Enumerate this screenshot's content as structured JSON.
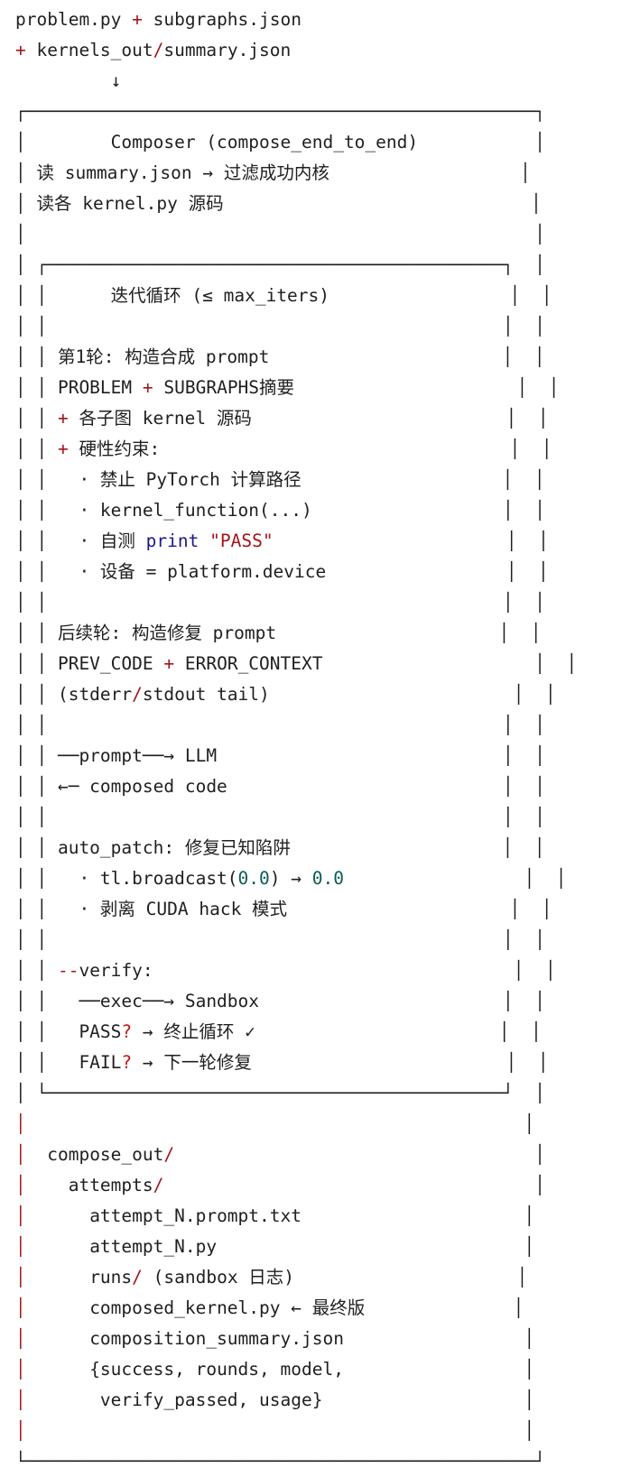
{
  "colors": {
    "text": "#1f1f1f",
    "operator": "#a3151b",
    "keyword": "#1a1a8c",
    "string": "#a3151b",
    "number": "#0b5e52",
    "alert": "#c41a16",
    "background": "#ffffff"
  },
  "lines": [
    [
      [
        "problem.py ",
        "t"
      ],
      [
        "+",
        "op"
      ],
      [
        " subgraphs.json",
        "t"
      ]
    ],
    [
      [
        "+",
        "op"
      ],
      [
        " kernels_out",
        "t"
      ],
      [
        "/",
        "op"
      ],
      [
        "summary.json",
        "t"
      ]
    ],
    [
      [
        "         ↓",
        "t"
      ]
    ],
    [
      [
        "┌────────────────────────────────────────────────┐",
        "t"
      ]
    ],
    [
      [
        "│        Composer (compose_end_to_end)           │",
        "t"
      ]
    ],
    [
      [
        "│ 读 summary.json → 过滤成功内核                  │",
        "t"
      ]
    ],
    [
      [
        "│ 读各 kernel.py 源码                             │",
        "t"
      ]
    ],
    [
      [
        "│                                                │",
        "t"
      ]
    ],
    [
      [
        "│ ┌───────────────────────────────────────────┐  │",
        "t"
      ]
    ],
    [
      [
        "│ │      迭代循环 (≤ max_iters)                 │  │",
        "t"
      ]
    ],
    [
      [
        "│ │                                           │  │",
        "t"
      ]
    ],
    [
      [
        "│ │ 第1轮: 构造合成 prompt                      │  │",
        "t"
      ]
    ],
    [
      [
        "│ │ PROBLEM ",
        "t"
      ],
      [
        "+",
        "op"
      ],
      [
        " SUBGRAPHS摘要                     │  │",
        "t"
      ]
    ],
    [
      [
        "│ │ ",
        "t"
      ],
      [
        "+",
        "op"
      ],
      [
        " 各子图 kernel 源码                        │  │",
        "t"
      ]
    ],
    [
      [
        "│ │ ",
        "t"
      ],
      [
        "+",
        "op"
      ],
      [
        " 硬性约束:                                 │  │",
        "t"
      ]
    ],
    [
      [
        "│ │   · 禁止 PyTorch 计算路径                   │  │",
        "t"
      ]
    ],
    [
      [
        "│ │   · kernel_function(...)                  │  │",
        "t"
      ]
    ],
    [
      [
        "│ │   · 自测 ",
        "t"
      ],
      [
        "print",
        "kw"
      ],
      [
        " ",
        "t"
      ],
      [
        "\"PASS\"",
        "str"
      ],
      [
        "                      │  │",
        "t"
      ]
    ],
    [
      [
        "│ │   · 设备 = platform.device                 │  │",
        "t"
      ]
    ],
    [
      [
        "│ │                                           │  │",
        "t"
      ]
    ],
    [
      [
        "│ │ 后续轮: 构造修复 prompt                     │  │",
        "t"
      ]
    ],
    [
      [
        "│ │ PREV_CODE ",
        "t"
      ],
      [
        "+",
        "op"
      ],
      [
        " ERROR_CONTEXT                    │  │",
        "t"
      ]
    ],
    [
      [
        "│ │ (stderr",
        "t"
      ],
      [
        "/",
        "op"
      ],
      [
        "stdout tail)                       │  │",
        "t"
      ]
    ],
    [
      [
        "│ │                                           │  │",
        "t"
      ]
    ],
    [
      [
        "│ │ ──prompt──→ LLM                           │  │",
        "t"
      ]
    ],
    [
      [
        "│ │ ←─ composed code                          │  │",
        "t"
      ]
    ],
    [
      [
        "│ │                                           │  │",
        "t"
      ]
    ],
    [
      [
        "│ │ auto_patch: 修复已知陷阱                    │  │",
        "t"
      ]
    ],
    [
      [
        "│ │   · tl.broadcast(",
        "t"
      ],
      [
        "0.0",
        "num"
      ],
      [
        ") → ",
        "t"
      ],
      [
        "0.0",
        "num"
      ],
      [
        "                 │  │",
        "t"
      ]
    ],
    [
      [
        "│ │   · 剥离 CUDA hack 模式                     │  │",
        "t"
      ]
    ],
    [
      [
        "│ │                                           │  │",
        "t"
      ]
    ],
    [
      [
        "│ │ ",
        "t"
      ],
      [
        "--",
        "op"
      ],
      [
        "verify:                                  │  │",
        "t"
      ]
    ],
    [
      [
        "│ │   ──exec──→ Sandbox                       │  │",
        "t"
      ]
    ],
    [
      [
        "│ │   PASS",
        "t"
      ],
      [
        "?",
        "red"
      ],
      [
        " → 终止循环 ✓                       │  │",
        "t"
      ]
    ],
    [
      [
        "│ │   FAIL",
        "t"
      ],
      [
        "?",
        "red"
      ],
      [
        " → 下一轮修复                        │  │",
        "t"
      ]
    ],
    [
      [
        "│ └───────────────────────────────────────────┘  │",
        "t"
      ]
    ],
    [
      [
        "│",
        "op"
      ],
      [
        "                                               │",
        "t"
      ]
    ],
    [
      [
        "│",
        "op"
      ],
      [
        "  compose_out",
        "t"
      ],
      [
        "/",
        "op"
      ],
      [
        "                                  │",
        "t"
      ]
    ],
    [
      [
        "│",
        "op"
      ],
      [
        "    attempts",
        "t"
      ],
      [
        "/",
        "op"
      ],
      [
        "                                   │",
        "t"
      ]
    ],
    [
      [
        "│",
        "op"
      ],
      [
        "      attempt_N.prompt.txt                     │",
        "t"
      ]
    ],
    [
      [
        "│",
        "op"
      ],
      [
        "      attempt_N.py                             │",
        "t"
      ]
    ],
    [
      [
        "│",
        "op"
      ],
      [
        "      runs",
        "t"
      ],
      [
        "/",
        "op"
      ],
      [
        " (sandbox 日志)                     │",
        "t"
      ]
    ],
    [
      [
        "│",
        "op"
      ],
      [
        "      composed_kernel.py ← 最终版              │",
        "t"
      ]
    ],
    [
      [
        "│",
        "op"
      ],
      [
        "      composition_summary.json                 │",
        "t"
      ]
    ],
    [
      [
        "│",
        "op"
      ],
      [
        "      {success, rounds, model,                 │",
        "t"
      ]
    ],
    [
      [
        "│",
        "op"
      ],
      [
        "       verify_passed, usage}                   │",
        "t"
      ]
    ],
    [
      [
        "│",
        "op"
      ],
      [
        "                                               │",
        "t"
      ]
    ],
    [
      [
        "└────────────────────────────────────────────────┘",
        "t"
      ]
    ]
  ]
}
